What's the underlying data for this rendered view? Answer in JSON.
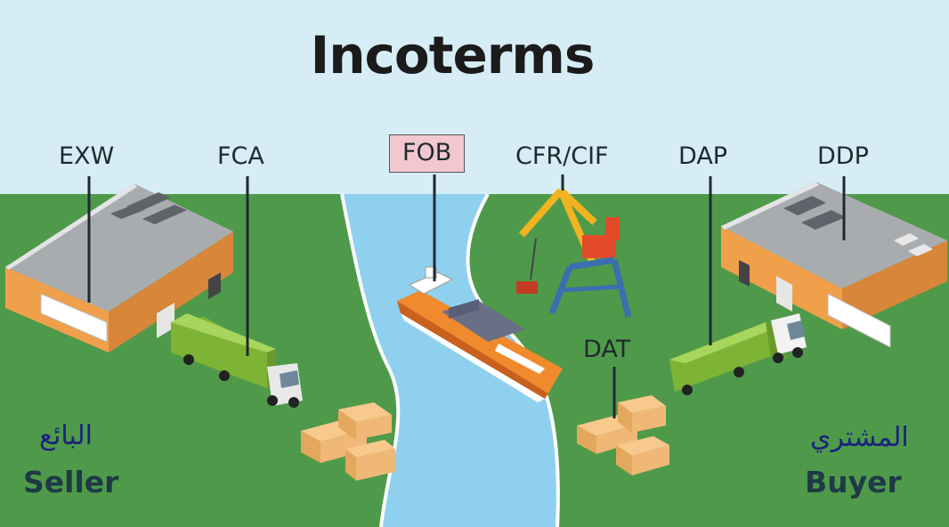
{
  "title": "Incoterms",
  "terms": {
    "exw": "EXW",
    "fca": "FCA",
    "fob": "FOB",
    "cfr_cif": "CFR/CIF",
    "dap": "DAP",
    "ddp": "DDP",
    "dat": "DAT"
  },
  "seller": {
    "label_ar": "البائع",
    "label_en": "Seller"
  },
  "buyer": {
    "label_ar": "المشتري",
    "label_en": "Buyer"
  },
  "colors": {
    "sky": "#d6edf6",
    "land": "#4f9a4a",
    "river": "#8fd0ef",
    "fob_highlight": "#f2c7cf",
    "warehouse_wall": "#f0a04b",
    "truck_container": "#8cc63f"
  }
}
